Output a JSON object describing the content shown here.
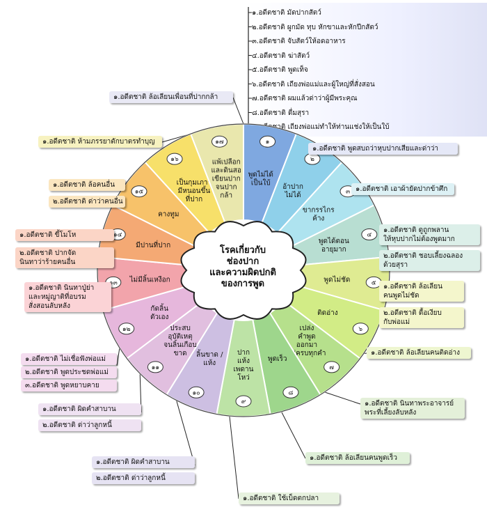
{
  "center_title": [
    "โรคเกี่ยวกับ",
    "ช่องปาก",
    "และความผิดปกติ",
    "ของการพูด"
  ],
  "top_items": [
    "๑.อดีตชาติ มัดปากสัตว์",
    "๒.อดีตชาติ ผูกมัด ทุบ หักขาและหักปีกสัตว์",
    "๓.อดีตชาติ จับสัตว์ให้อดอาหาร",
    "๔.อดีตชาติ ฆ่าสัตว์",
    "๕.อดีตชาติ พูดเท็จ",
    "๖.อดีตชาติ เถียงพ่อแม่และผู้ใหญ่ที่สั่งสอน",
    "๗.อดีตชาติ ผมแล้วด่าว่าผู้มีพระคุณ",
    "๘.อดีตชาติ ดื่มสุรา",
    "๙.อดีตชาติ เถียงพ่อแม่ทำให้ท่านแช่งให้เป็นใบ้"
  ],
  "segments": [
    {
      "num": "๑",
      "lines": [
        "พูดไม่ได้",
        "เป็นใบ้"
      ],
      "color": "#7fa8e0"
    },
    {
      "num": "๒",
      "lines": [
        "อ้าปาก",
        "ไม่ได้"
      ],
      "color": "#8fd0ea"
    },
    {
      "num": "๓",
      "lines": [
        "ขากรรไกร",
        "ค้าง"
      ],
      "color": "#aee3ef"
    },
    {
      "num": "๔",
      "lines": [
        "พูดได้ตอน",
        "อายุมาก"
      ],
      "color": "#b8ded2"
    },
    {
      "num": "๕",
      "lines": [
        "พูดไม่ชัด"
      ],
      "color": "#dfeb92"
    },
    {
      "num": "๖",
      "lines": [
        "ติดอ่าง"
      ],
      "color": "#d2ec86"
    },
    {
      "num": "๗",
      "lines": [
        "เปล่ง",
        "คำพูด",
        "ออกมา",
        "ไม่ครบทุกคำ"
      ],
      "color": "#b6e08c"
    },
    {
      "num": "๘",
      "lines": [
        "พูดเร็ว"
      ],
      "color": "#9ed68c"
    },
    {
      "num": "๙",
      "lines": [
        "ปาก",
        "แห้ง",
        "เพดาน",
        "โหว่"
      ],
      "color": "#bde3a6"
    },
    {
      "num": "๑๐",
      "lines": [
        "ลิ้นขาด /",
        "แห้ง"
      ],
      "color": "#cdbfe2"
    },
    {
      "num": "๑๑",
      "lines": [
        "ประสบ",
        "อุบัติเหตุ",
        "จนลิ้นเกือบ",
        "ขาด"
      ],
      "color": "#e1bfdf"
    },
    {
      "num": "๑๒",
      "lines": [
        "กัดลิ้น",
        "ตัวเอง"
      ],
      "color": "#e6b7dc"
    },
    {
      "num": "๑๓",
      "lines": [
        "ไม่มีลิ้นเหงือก"
      ],
      "color": "#f2a4ab"
    },
    {
      "num": "๑๔",
      "lines": [
        "มีปานที่ปาก"
      ],
      "color": "#f4a974"
    },
    {
      "num": "๑๕",
      "lines": [
        "คางทูม"
      ],
      "color": "#f7c26a"
    },
    {
      "num": "๑๖",
      "lines": [
        "เป็นกุมเภาว์",
        "มีหนอนขึ้น",
        "ที่ปาก"
      ],
      "color": "#f7e06a"
    },
    {
      "num": "๑๗",
      "lines": [
        "แพ้เปลือก",
        "และดินสอ",
        "เขียนปาก",
        "จนปาก",
        "กล้า"
      ],
      "color": "#e9e7ad"
    }
  ],
  "side_labels": [
    {
      "lines": [
        "๑.อดีตชาติ ล้อเลียนเพื่อนที่ปากกล้า"
      ],
      "color": "#e9e9f5"
    },
    {
      "lines": [
        "๑.อดีตชาติ ห้ามภรรยาตักบาตรทำบุญ"
      ],
      "color": "#f7f2c0"
    },
    {
      "lines": [
        "๑.อดีตชาติ ล้อคนอื่น"
      ],
      "color": "#fbe6c0"
    },
    {
      "lines": [
        "๒.อดีตชาติ ด่าว่าคนอื่น"
      ],
      "color": "#fbe6c0"
    },
    {
      "lines": [
        "๑.อดีตชาติ ขี้โมโห"
      ],
      "color": "#fbd5c6"
    },
    {
      "lines": [
        "๒.อดีตชาติ ปากจัด",
        "นินทาว่าร้ายคนอื่น"
      ],
      "color": "#fbd5c6"
    },
    {
      "lines": [
        "๑.อดีตชาติ นินทาปู่ย่า",
        "และหมู่ญาติที่อบรม",
        "สั่งสอนลับหลัง"
      ],
      "color": "#fbd3d6"
    },
    {
      "lines": [
        "๑.อดีตชาติ ไม่เชื่อฟังพ่อแม่"
      ],
      "color": "#f4dcef"
    },
    {
      "lines": [
        "๒.อดีตชาติ พูดประชดพ่อแม่"
      ],
      "color": "#f4dcef"
    },
    {
      "lines": [
        "๓.อดีตชาติ พูดหยาบคาย"
      ],
      "color": "#f4dcef"
    },
    {
      "lines": [
        "๑.อดีตชาติ ผิดคำสาบาน"
      ],
      "color": "#efe2f2"
    },
    {
      "lines": [
        "๒.อดีตชาติ ด่าว่าลูกหนี้"
      ],
      "color": "#efe2f2"
    },
    {
      "lines": [
        "๑.อดีตชาติ ผิดคำสาบาน"
      ],
      "color": "#e6e3f3"
    },
    {
      "lines": [
        "๒.อดีตชาติ ด่าว่าลูกหนี้"
      ],
      "color": "#e6e3f3"
    },
    {
      "lines": [
        "๑.อดีตชาติ ใช้เบ็ดตกปลา"
      ],
      "color": "#e7f2df"
    },
    {
      "lines": [
        "๑.อดีตชาติ ล้อเลียนคนพูดเร็ว"
      ],
      "color": "#dff0d8"
    },
    {
      "lines": [
        "๑.อดีตชาติ นินทาพระอาจารย์",
        "พระที่เลี้ยงลับหลัง"
      ],
      "color": "#e4f0d9"
    },
    {
      "lines": [
        "๑.อดีตชาติ ล้อเลียนคนติดอ่าง"
      ],
      "color": "#eef6d0"
    },
    {
      "lines": [
        "๑.อดีตชาติ ล้อเลียน",
        "คนพูดไม่ชัด"
      ],
      "color": "#f4f6cc"
    },
    {
      "lines": [
        "๒.อดีตชาติ ดื้อเงียบ",
        "กับพ่อแม่"
      ],
      "color": "#f4f6cc"
    },
    {
      "lines": [
        "๑.อดีตชาติ ดูถูกพลาน",
        "ให้หุบปากไม่ต้องพูดมาก"
      ],
      "color": "#dcefe9"
    },
    {
      "lines": [
        "๒.อดีตชาติ ชอบเลี้ยงฉลอง",
        "ด้วยสุรา"
      ],
      "color": "#dcefe9"
    },
    {
      "lines": [
        "๑.อดีตชาติ เอาผ้ายัดปากข้าศึก"
      ],
      "color": "#ddf1f5"
    },
    {
      "lines": [
        "๑.อดีตชาติ พูดสบถว่าหุบปากเสียและด่าว่า"
      ],
      "color": "#e5e8f7"
    }
  ]
}
